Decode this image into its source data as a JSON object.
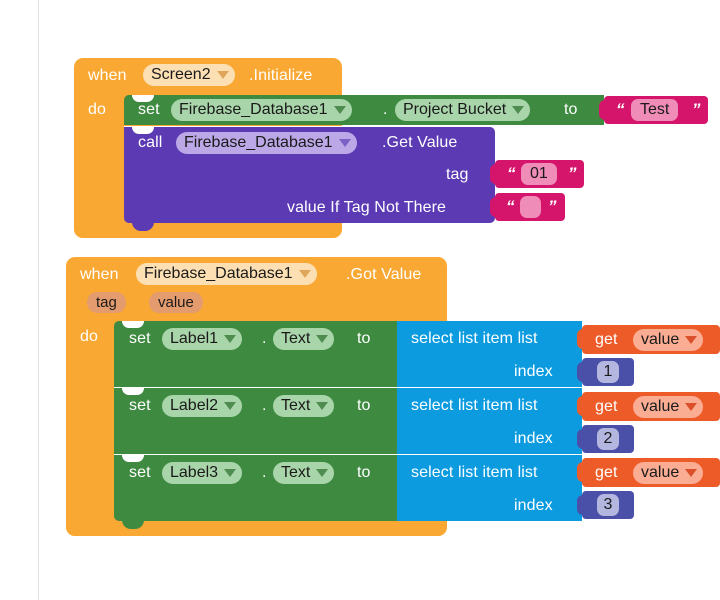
{
  "editor": {
    "name": "app-inventor-blocks-editor",
    "background": "#ffffff",
    "rule_color": "#e3e3e3"
  },
  "palette": {
    "event_orange": "#FAA834",
    "statement_green": "#3E8A40",
    "call_purple": "#5B3AB4",
    "value_blue": "#0D9BE0",
    "text_pink": "#D5156B",
    "variable_orange": "#ED5B29",
    "number_indigo": "#4A4FA8"
  },
  "blocks": {
    "event1": {
      "when": "when",
      "component": "Screen2",
      "event": ".Initialize",
      "do": "do",
      "set_statement": {
        "set": "set",
        "component": "Firebase_Database1",
        "property": "Project Bucket",
        "dot": ".",
        "to": "to",
        "value": {
          "type": "text",
          "text": "Test",
          "open_quote": "“",
          "close_quote": "”"
        }
      },
      "call_statement": {
        "call": "call",
        "component": "Firebase_Database1",
        "method": ".Get Value",
        "args": [
          {
            "label": "tag",
            "value": {
              "type": "text",
              "text": "01",
              "open_quote": "“",
              "close_quote": "”"
            }
          },
          {
            "label": "value If Tag Not There",
            "value": {
              "type": "text",
              "text": "",
              "open_quote": "“",
              "close_quote": "”"
            }
          }
        ]
      }
    },
    "event2": {
      "when": "when",
      "component": "Firebase_Database1",
      "event": ".Got Value",
      "params": [
        "tag",
        "value"
      ],
      "do": "do",
      "rows": [
        {
          "set": "set",
          "component": "Label1",
          "dot": ".",
          "property": "Text",
          "to": "to",
          "select": {
            "title": "select list item  list",
            "index_label": "index",
            "list": {
              "get": "get",
              "variable": "value"
            },
            "index": "1"
          }
        },
        {
          "set": "set",
          "component": "Label2",
          "dot": ".",
          "property": "Text",
          "to": "to",
          "select": {
            "title": "select list item  list",
            "index_label": "index",
            "list": {
              "get": "get",
              "variable": "value"
            },
            "index": "2"
          }
        },
        {
          "set": "set",
          "component": "Label3",
          "dot": ".",
          "property": "Text",
          "to": "to",
          "select": {
            "title": "select list item  list",
            "index_label": "index",
            "list": {
              "get": "get",
              "variable": "value"
            },
            "index": "3"
          }
        }
      ]
    }
  }
}
